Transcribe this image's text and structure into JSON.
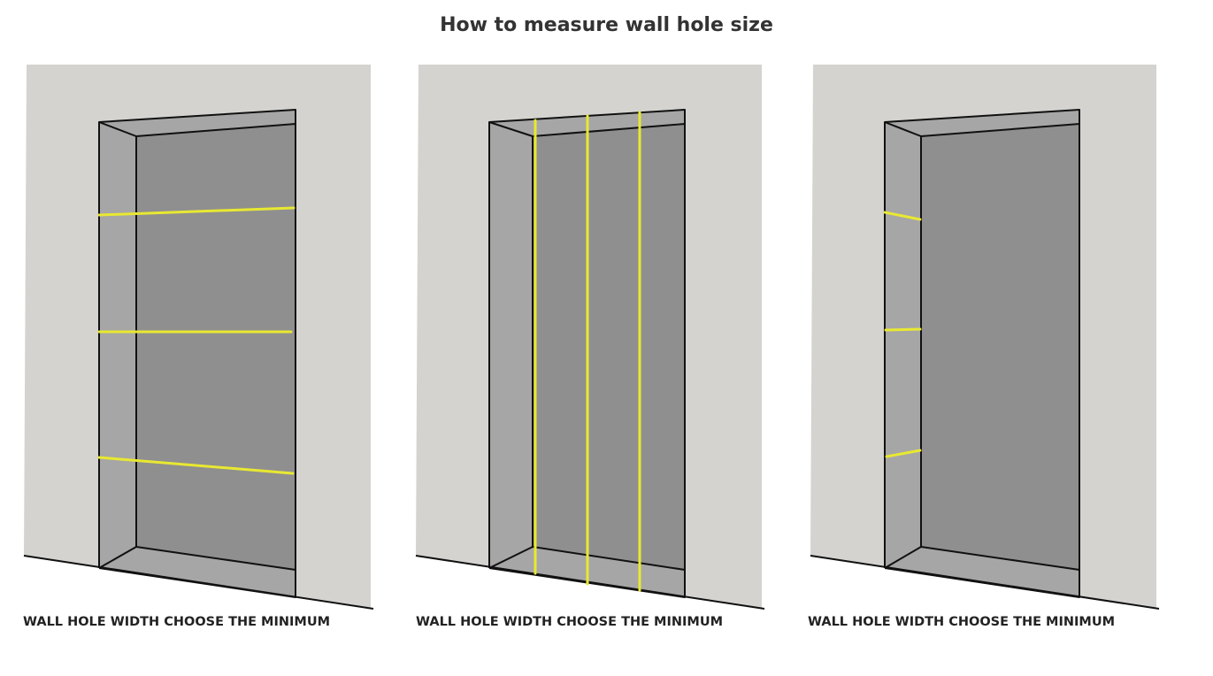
{
  "title": "How to measure wall hole size",
  "colors": {
    "wall": "#d4d3cf",
    "hole_back": "#8f8f8f",
    "hole_sides": "#a6a6a6",
    "outline": "#111111",
    "measure_line": "#e8e832"
  },
  "panels": [
    {
      "measurement": "width",
      "caption": "WALL HOLE WIDTH CHOOSE THE MINIMUM"
    },
    {
      "measurement": "height",
      "caption": "WALL HOLE WIDTH CHOOSE THE MINIMUM"
    },
    {
      "measurement": "depth",
      "caption": "WALL HOLE WIDTH CHOOSE THE MINIMUM"
    }
  ]
}
